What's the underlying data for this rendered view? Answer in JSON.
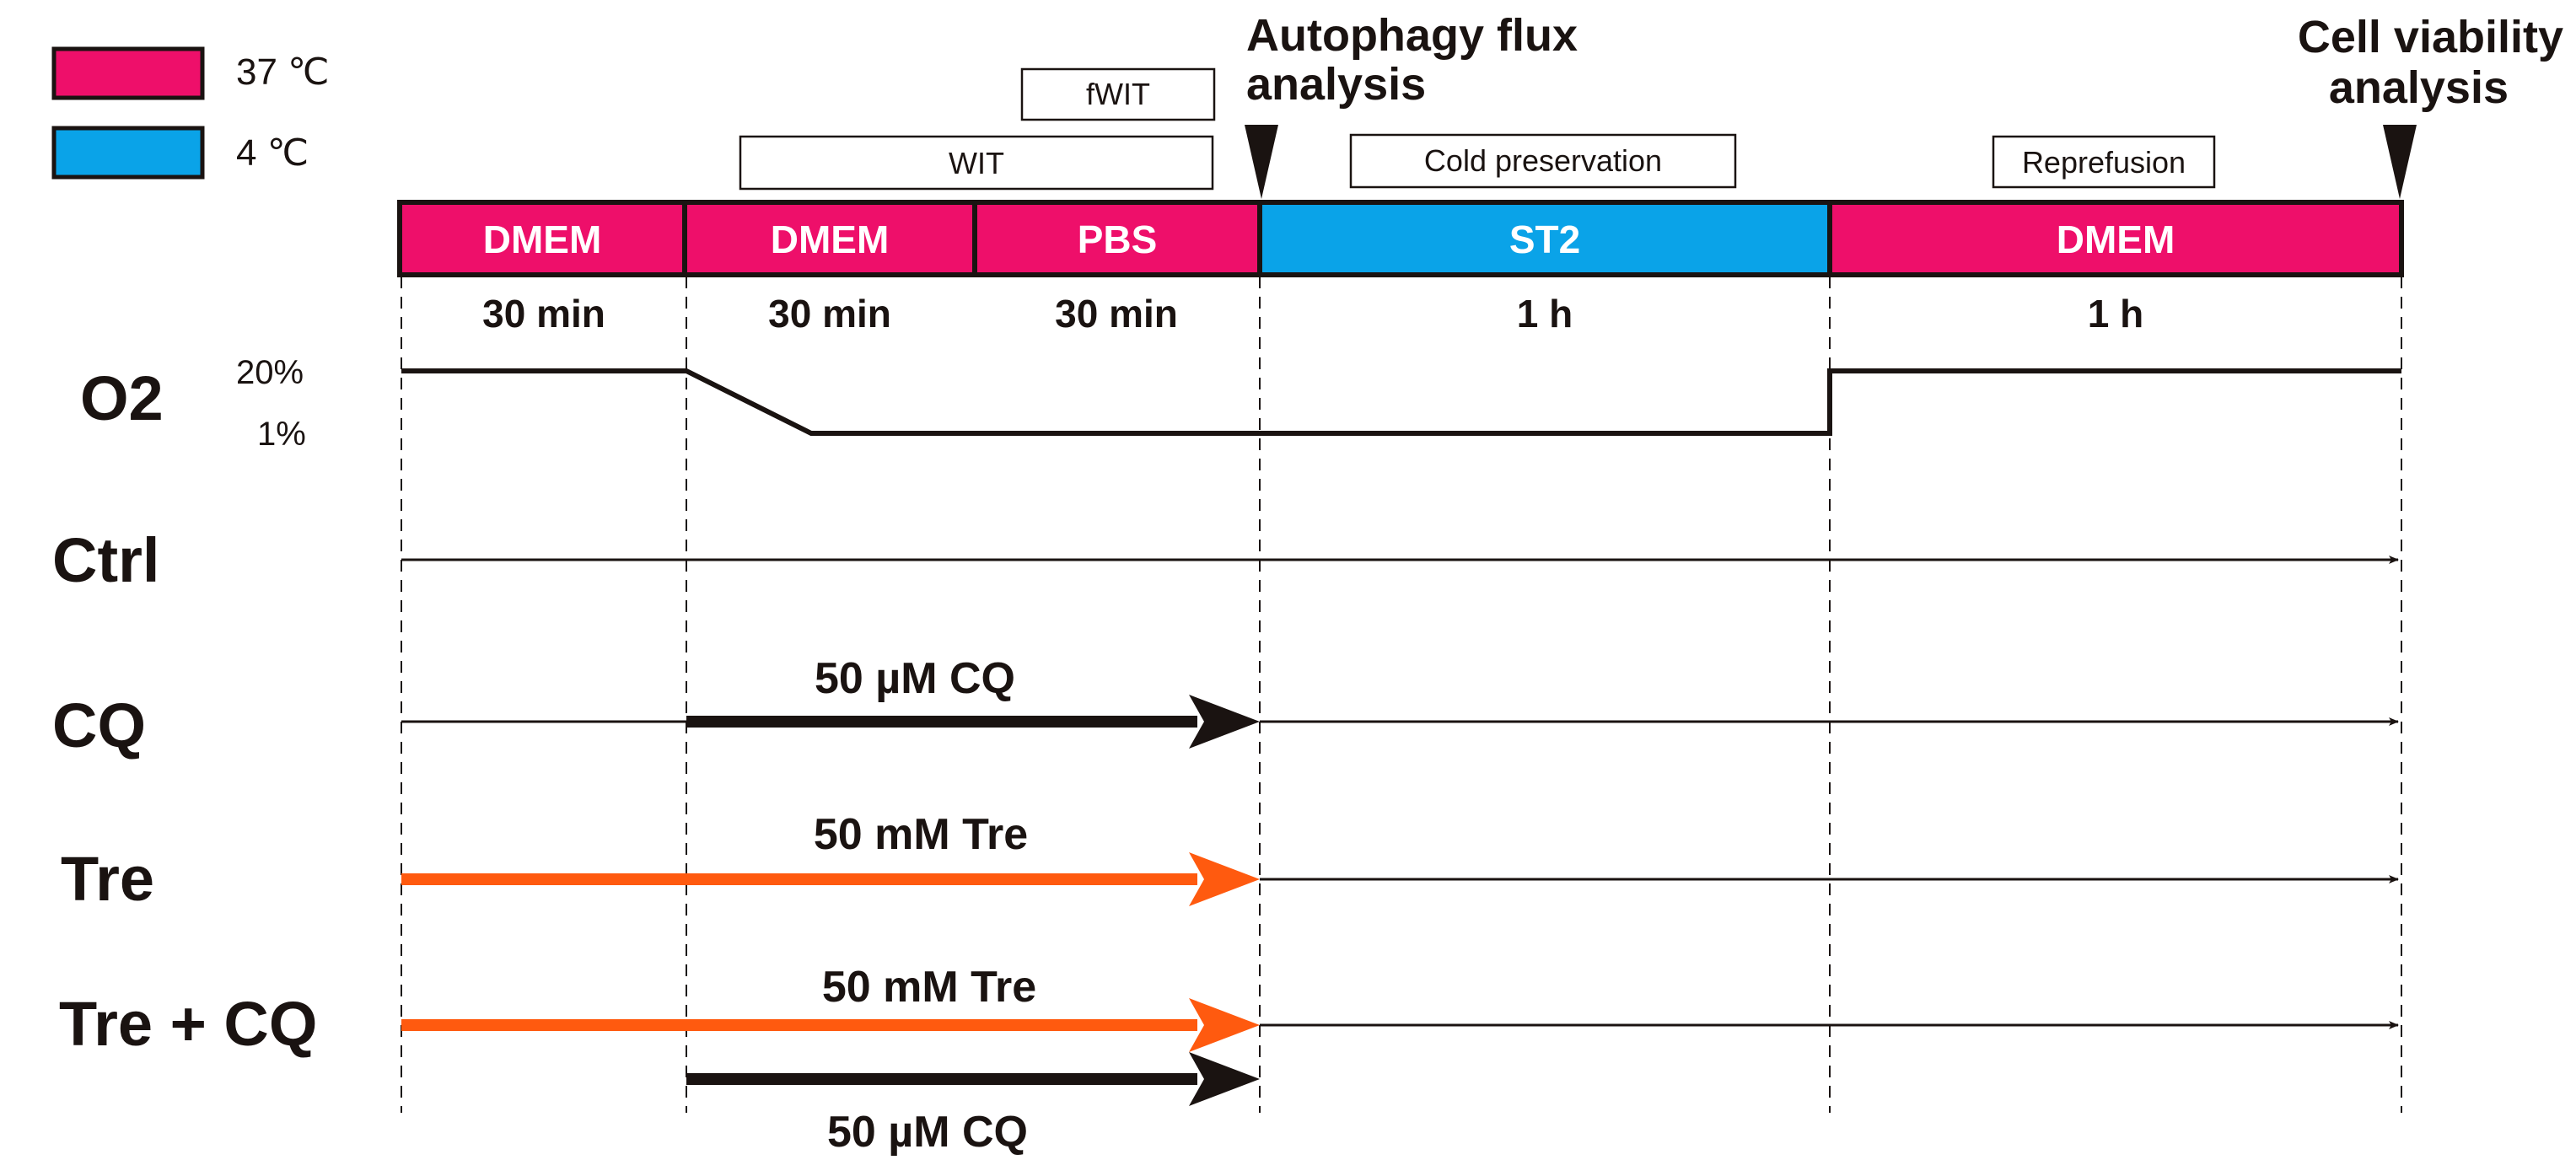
{
  "legend": [
    {
      "label": "37 ℃",
      "color": "#ee0f6a"
    },
    {
      "label": "4 ℃",
      "color": "#0aa3e8"
    }
  ],
  "phase_labels": {
    "fwit": "fWIT",
    "wit": "WIT",
    "cold": "Cold preservation",
    "reperfusion": "Reprefusion"
  },
  "markers": {
    "flux": [
      "Autophagy flux",
      "analysis"
    ],
    "viability": [
      "Cell viability",
      "analysis"
    ]
  },
  "segments": [
    {
      "label": "DMEM",
      "duration": "30 min",
      "color": "#ee0f6a"
    },
    {
      "label": "DMEM",
      "duration": "30 min",
      "color": "#ee0f6a"
    },
    {
      "label": "PBS",
      "duration": "30 min",
      "color": "#ee0f6a"
    },
    {
      "label": "ST2",
      "duration": "1 h",
      "color": "#0aa3e8"
    },
    {
      "label": "DMEM",
      "duration": "1 h",
      "color": "#ee0f6a"
    }
  ],
  "oxygen": {
    "label": "O2",
    "high": "20%",
    "low": "1%"
  },
  "groups": [
    {
      "name": "Ctrl",
      "treatments": []
    },
    {
      "name": "CQ",
      "treatments": [
        {
          "label": "50 µM CQ",
          "color": "#1a1311"
        }
      ]
    },
    {
      "name": "Tre",
      "treatments": [
        {
          "label": "50 mM Tre",
          "color": "#ff5a0f"
        }
      ]
    },
    {
      "name": "Tre + CQ",
      "treatments": [
        {
          "label": "50 mM Tre",
          "color": "#ff5a0f"
        },
        {
          "label": "50 µM CQ",
          "color": "#1a1311"
        }
      ]
    }
  ],
  "colors": {
    "ink": "#1a1311",
    "warm": "#ee0f6a",
    "cold": "#0aa3e8",
    "tre": "#ff5a0f"
  }
}
